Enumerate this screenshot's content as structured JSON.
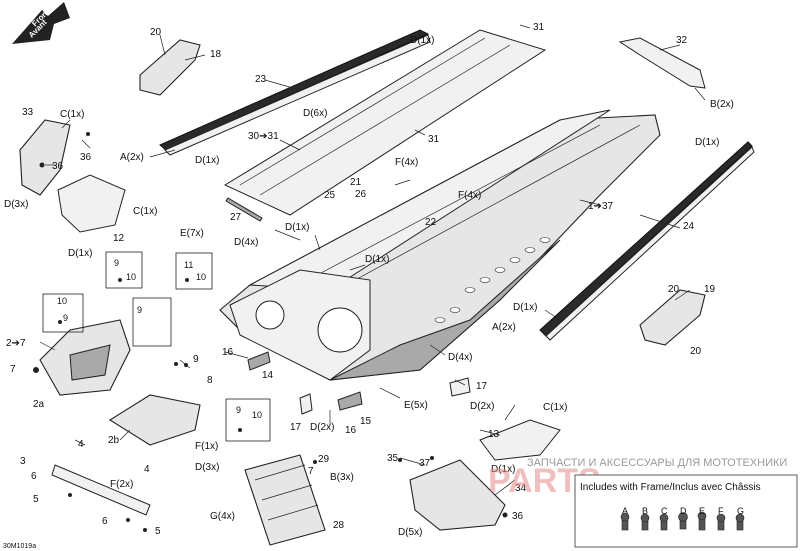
{
  "direction": {
    "line1": "Front",
    "line2": "Avant"
  },
  "callouts": {
    "c20a": "20",
    "c18": "18",
    "c23": "23",
    "c31a": "31",
    "d1xTop": "D(1x)",
    "c32": "32",
    "b2x": "B(2x)",
    "c33": "33",
    "c1xTL": "C(1x)",
    "c36a": "36",
    "c36b": "36",
    "d3xL": "D(3x)",
    "a2x": "A(2x)",
    "d1xA": "D(1x)",
    "c3031": "30➔31",
    "d6x": "D(6x)",
    "c31b": "31",
    "f4xA": "F(4x)",
    "c21": "21",
    "c1xB": "C(1x)",
    "c12": "12",
    "c25": "25",
    "c26": "26",
    "f4xB": "F(4x)",
    "c22": "22",
    "c137": "1➔37",
    "d1xR": "D(1x)",
    "c24": "24",
    "c27": "27",
    "d1xL2": "D(1x)",
    "e7x": "E(7x)",
    "d4xA": "D(4x)",
    "d1xC": "D(1x)",
    "d1xD": "D(1x)",
    "c9a": "9",
    "c10a": "10",
    "c11": "11",
    "c10b": "10",
    "c10c": "10",
    "c9b": "9",
    "c9c": "9",
    "c27b": "2➔7",
    "c7a": "7",
    "c2a": "2a",
    "c9d": "9",
    "c8": "8",
    "c16a": "16",
    "c14": "14",
    "c20b": "20",
    "c19": "19",
    "c20c": "20",
    "d1xE": "D(1x)",
    "a2xB": "A(2x)",
    "d4xB": "D(4x)",
    "c17a": "17",
    "d2xA": "D(2x)",
    "e5x": "E(5x)",
    "c4a": "4",
    "c4b": "4",
    "c2b": "2b",
    "c9e": "9",
    "c10d": "10",
    "f1x": "F(1x)",
    "d3xB": "D(3x)",
    "c17b": "17",
    "d2xB": "D(2x)",
    "c16b": "16",
    "c15": "15",
    "c1xC": "C(1x)",
    "c13": "13",
    "d1xF": "D(1x)",
    "c3": "3",
    "c6a": "6",
    "f2x": "F(2x)",
    "c5a": "5",
    "c6b": "6",
    "c5b": "5",
    "c29": "29",
    "c7b": "7",
    "b3x": "B(3x)",
    "g4x": "G(4x)",
    "c28": "28",
    "c35": "35",
    "c37": "37",
    "c34": "34",
    "c36c": "36",
    "d5x": "D(5x)"
  },
  "legend": {
    "title": "Includes with Frame/Inclus avec Châssis",
    "letters": [
      "A",
      "B",
      "C",
      "D",
      "E",
      "F",
      "G"
    ]
  },
  "watermark": {
    "text": "ЗАПЧАСТИ И АКСЕССУАРЫ ДЛЯ МОТОТЕХНИКИ",
    "logo": "PARTS"
  },
  "diagram_code": "30M1019a"
}
